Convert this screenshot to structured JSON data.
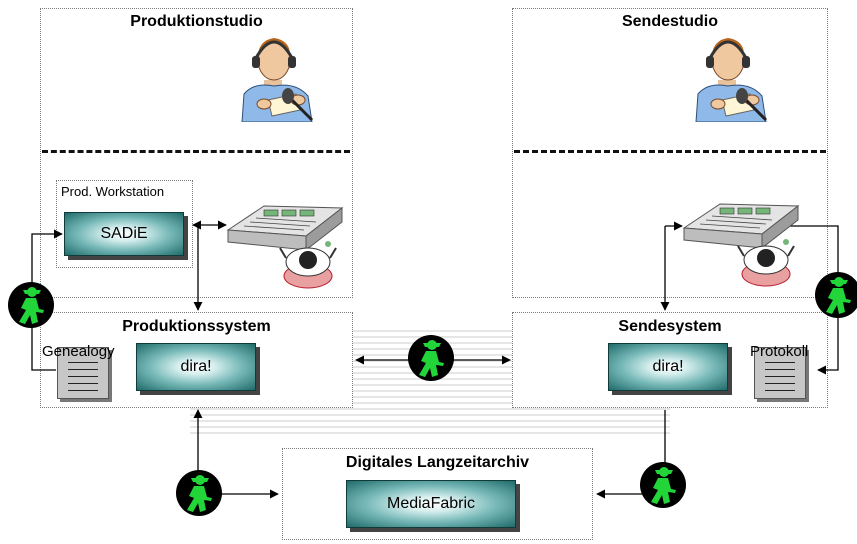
{
  "studios": {
    "produktion": "Produktionstudio",
    "sende": "Sendestudio"
  },
  "systems": {
    "produktion": "Produktionssystem",
    "sende": "Sendesystem",
    "archiv": "Digitales Langzeitarchiv"
  },
  "workstation": {
    "label": "Prod. Workstation",
    "app": "SADiE"
  },
  "apps": {
    "dira_left": "dira!",
    "dira_right": "dira!",
    "mediafabric": "MediaFabric"
  },
  "documents": {
    "genealogy": "Genealogy",
    "protokoll": "Protokoll"
  },
  "icons": {
    "speaker": "announcer-headphones-icon",
    "console": "mixing-console-icon",
    "operator": "operator-topview-icon",
    "ampel": "ampelmann-green-walker-icon"
  },
  "colors": {
    "teal_dark": "#1f6b6a",
    "teal_light": "#d7efee",
    "ampel_green": "#22d63a",
    "doc_gray": "#c7c7c7"
  }
}
